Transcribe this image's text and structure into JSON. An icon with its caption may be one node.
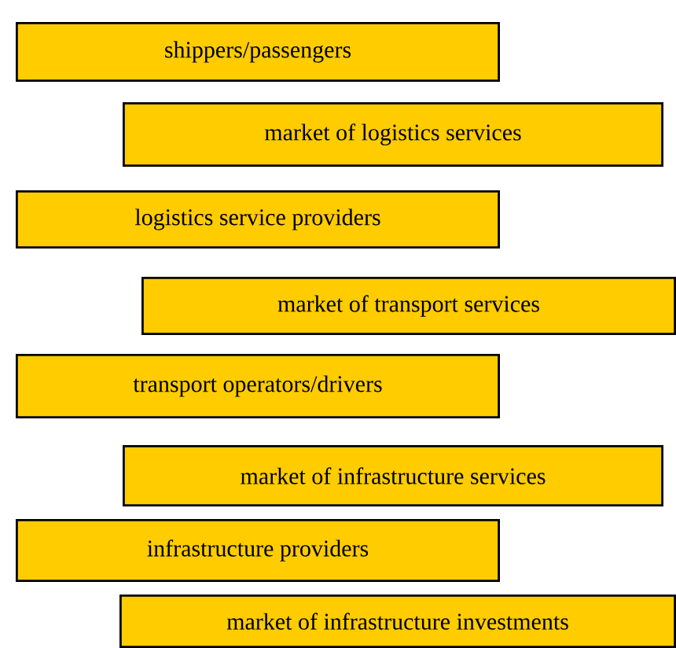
{
  "diagram": {
    "nodes": [
      {
        "text": [
          "shippers/passengers"
        ]
      },
      {
        "text": [
          "market of logistics services"
        ]
      },
      {
        "text": [
          "logistics service providers"
        ]
      },
      {
        "text": [
          "market of transport services"
        ]
      },
      {
        "text": [
          "transport operators/drivers"
        ]
      },
      {
        "text": [
          "market of infrastructure services"
        ]
      },
      {
        "text": [
          "infrastructure providers"
        ]
      },
      {
        "text": [
          "market of infrastructure investments"
        ]
      }
    ]
  }
}
